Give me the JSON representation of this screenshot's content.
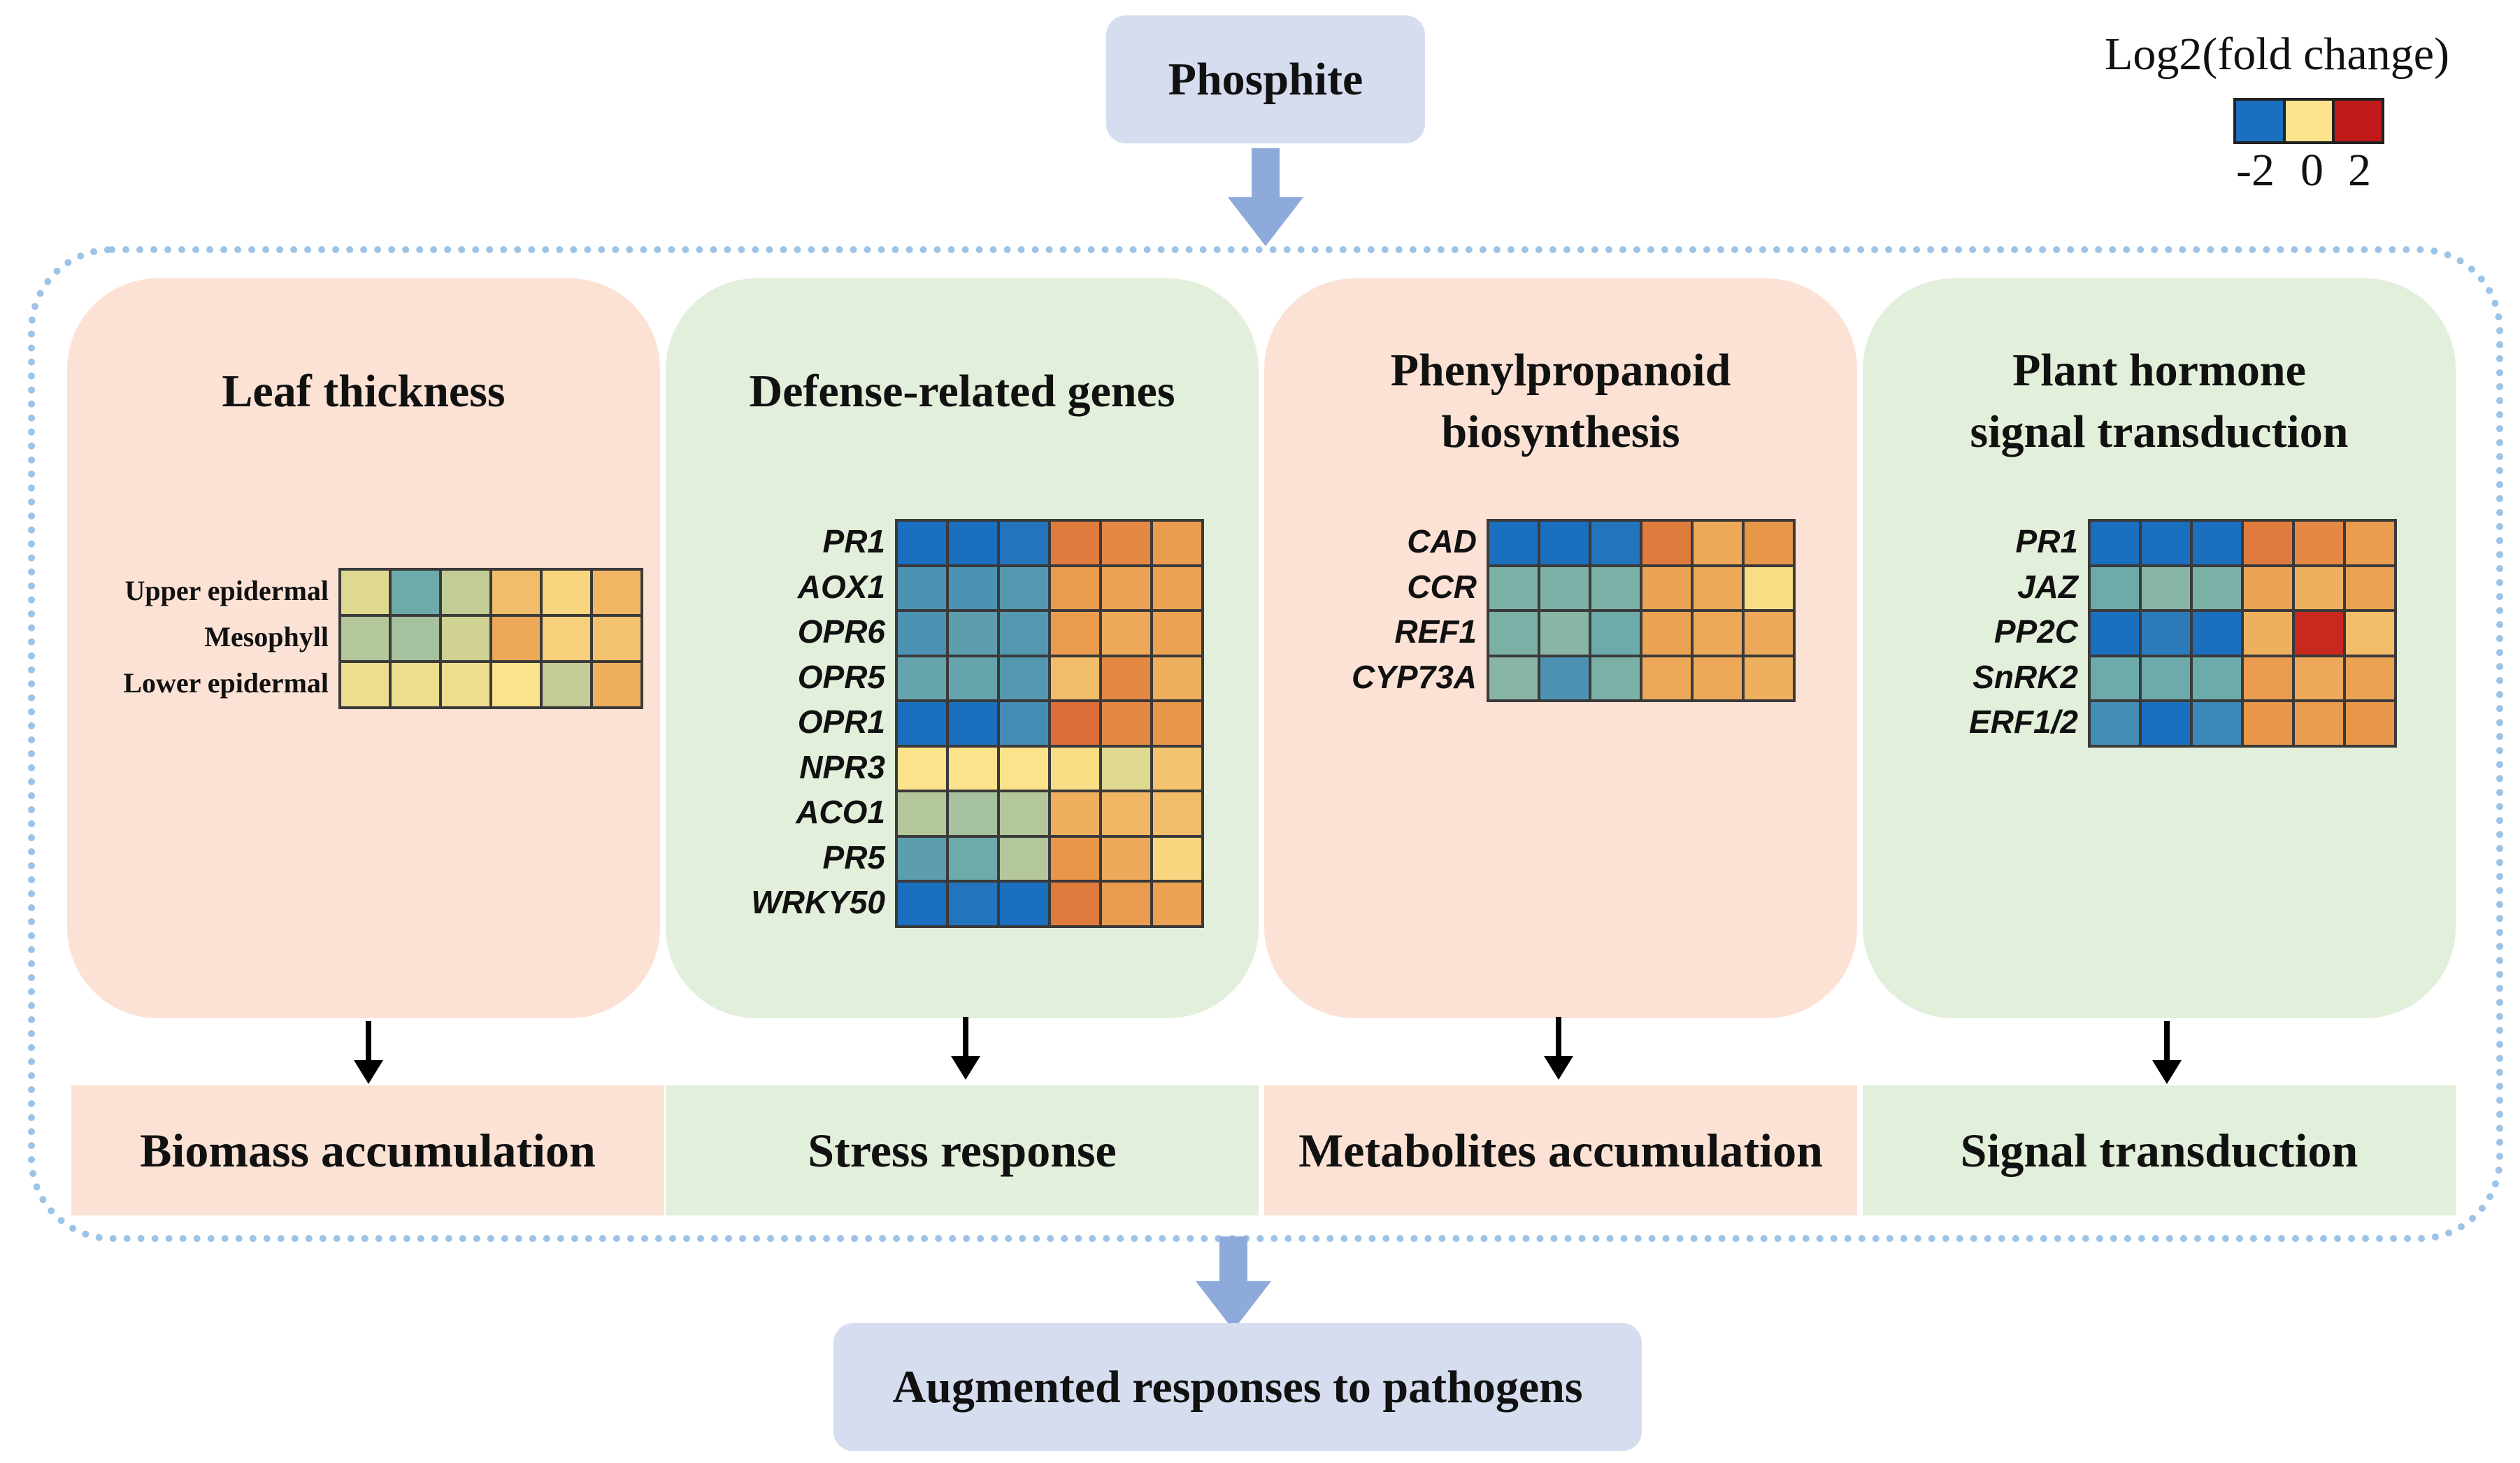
{
  "top_box": {
    "label": "Phosphite"
  },
  "bottom_box": {
    "label": "Augmented responses to pathogens"
  },
  "legend": {
    "title": "Log2(fold change)",
    "ticks": [
      "-2",
      "0",
      "2"
    ],
    "colors": [
      "#1a6fbf",
      "#fbe38b",
      "#c01a1a"
    ]
  },
  "panels": [
    {
      "title_lines": [
        "Leaf thickness"
      ],
      "outcome": "Biomass accumulation",
      "row_labels": [
        "Upper epidermal",
        "Mesophyll",
        "Lower epidermal"
      ],
      "values": [
        [
          -0.2,
          -1.0,
          -0.4,
          0.6,
          0.2,
          0.7
        ],
        [
          -0.5,
          -0.6,
          -0.3,
          0.9,
          0.3,
          0.5
        ],
        [
          -0.1,
          -0.1,
          -0.1,
          0.0,
          -0.4,
          0.8
        ]
      ]
    },
    {
      "title_lines": [
        "Defense-related genes"
      ],
      "outcome": "Stress response",
      "row_labels": [
        "PR1",
        "AOX1",
        "OPR6",
        "OPR5",
        "OPR1",
        "NPR3",
        "ACO1",
        "PR5",
        "WRKY50"
      ],
      "values": [
        [
          -2.0,
          -2.0,
          -1.9,
          1.4,
          1.3,
          1.1
        ],
        [
          -1.4,
          -1.4,
          -1.3,
          1.1,
          1.0,
          1.0
        ],
        [
          -1.4,
          -1.2,
          -1.3,
          1.1,
          0.9,
          1.0
        ],
        [
          -1.1,
          -1.1,
          -1.3,
          0.6,
          1.3,
          0.8
        ],
        [
          -2.0,
          -2.0,
          -1.5,
          1.5,
          1.3,
          1.2
        ],
        [
          0.0,
          0.0,
          0.0,
          0.1,
          -0.2,
          0.5
        ],
        [
          -0.5,
          -0.6,
          -0.5,
          0.8,
          0.7,
          0.6
        ],
        [
          -1.2,
          -1.0,
          -0.5,
          1.2,
          0.9,
          0.2
        ],
        [
          -2.0,
          -1.9,
          -2.2,
          1.4,
          1.1,
          1.0
        ]
      ]
    },
    {
      "title_lines": [
        "Phenylpropanoid",
        "biosynthesis"
      ],
      "outcome": "Metabolites accumulation",
      "row_labels": [
        "CAD",
        "CCR",
        "REF1",
        "CYP73A"
      ],
      "values": [
        [
          -2.0,
          -2.0,
          -1.9,
          1.4,
          0.9,
          1.2
        ],
        [
          -0.9,
          -0.9,
          -0.9,
          1.0,
          0.9,
          0.1
        ],
        [
          -0.9,
          -0.8,
          -1.0,
          1.0,
          0.9,
          0.9
        ],
        [
          -0.8,
          -1.4,
          -0.9,
          0.9,
          0.9,
          0.8
        ]
      ]
    },
    {
      "title_lines": [
        "Plant hormone",
        "signal transduction"
      ],
      "outcome": "Signal transduction",
      "row_labels": [
        "PR1",
        "JAZ",
        "PP2C",
        "SnRK2",
        "ERF1/2"
      ],
      "values": [
        [
          -2.0,
          -2.0,
          -2.0,
          1.4,
          1.3,
          1.1
        ],
        [
          -1.0,
          -0.8,
          -0.9,
          1.0,
          0.8,
          1.0
        ],
        [
          -2.0,
          -1.8,
          -2.0,
          0.8,
          2.0,
          0.6
        ],
        [
          -1.0,
          -1.0,
          -1.0,
          1.1,
          0.9,
          1.0
        ],
        [
          -1.5,
          -2.0,
          -1.6,
          1.2,
          1.1,
          1.2
        ]
      ]
    }
  ]
}
